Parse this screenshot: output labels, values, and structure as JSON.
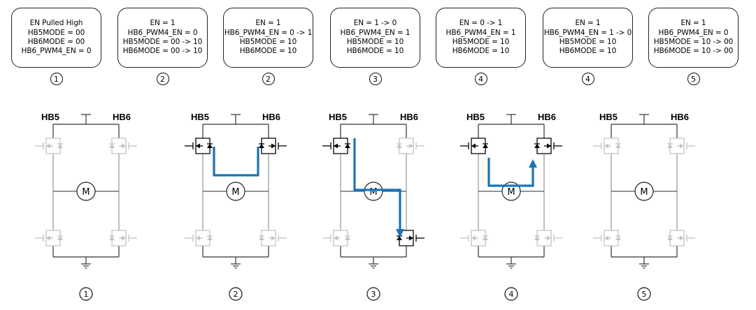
{
  "states": [
    {
      "step": "1",
      "lines": [
        "EN Pulled High",
        "HB5MODE = 00",
        "HB6MODE = 00",
        "HB6_PWM4_EN = 0"
      ]
    },
    {
      "step": "2",
      "lines": [
        "EN = 1",
        "HB6_PWM4_EN = 0",
        "HB5MODE = 00 -> 10",
        "HB6MODE = 00 -> 10"
      ]
    },
    {
      "step": "2",
      "lines": [
        "EN = 1",
        "HB6_PWM4_EN = 0 -> 1",
        "HB5MODE = 10",
        "HB6MODE = 10"
      ]
    },
    {
      "step": "3",
      "lines": [
        "EN = 1 -> 0",
        "HB6_PWM4_EN = 1",
        "HB5MODE = 10",
        "HB6MODE = 10"
      ]
    },
    {
      "step": "4",
      "lines": [
        "EN = 0 -> 1",
        "HB6_PWM4_EN = 1",
        "HB5MODE = 10",
        "HB6MODE = 10"
      ]
    },
    {
      "step": "4",
      "lines": [
        "EN = 1",
        "HB6_PWM4_EN = 1 -> 0",
        "HB5MODE = 10",
        "HB6MODE = 10"
      ]
    },
    {
      "step": "5",
      "lines": [
        "EN = 1",
        "HB6_PWM4_EN = 0",
        "HB5MODE = 10 -> 00",
        "HB6MODE = 10 -> 00"
      ]
    }
  ],
  "bridges": [
    {
      "step": "1",
      "left_label": "HB5",
      "right_label": "HB6",
      "motor_label": "M",
      "high_left": "off",
      "high_right": "off",
      "low_left": "off",
      "low_right": "off",
      "current_path": "none"
    },
    {
      "step": "2",
      "left_label": "HB5",
      "right_label": "HB6",
      "motor_label": "M",
      "high_left": "on",
      "high_right": "on",
      "low_left": "off",
      "low_right": "off",
      "current_path": "high-side recirculation"
    },
    {
      "step": "3",
      "left_label": "HB5",
      "right_label": "HB6",
      "motor_label": "M",
      "high_left": "on",
      "high_right": "off",
      "low_left": "off",
      "low_right": "on",
      "current_path": "HB5 high-side through motor to HB6 low-side"
    },
    {
      "step": "4",
      "left_label": "HB5",
      "right_label": "HB6",
      "motor_label": "M",
      "high_left": "on",
      "high_right": "on",
      "low_left": "off",
      "low_right": "off",
      "current_path": "through motor up to HB6 high-side"
    },
    {
      "step": "5",
      "left_label": "HB5",
      "right_label": "HB6",
      "motor_label": "M",
      "high_left": "off",
      "high_right": "off",
      "low_left": "off",
      "low_right": "off",
      "current_path": "none"
    }
  ],
  "colors": {
    "active": "#000000",
    "inactive": "#c4c4c4",
    "current": "#1a73b5",
    "wire_gray": "#8a8a8a"
  }
}
